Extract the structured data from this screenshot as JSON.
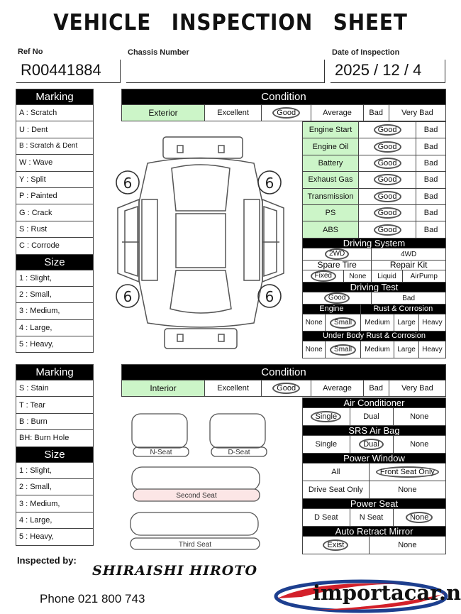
{
  "title": "VEHICLE  INSPECTION  SHEET",
  "ref": {
    "label": "Ref No",
    "value": "R00441884"
  },
  "chassis": {
    "label": "Chassis Number",
    "value": ""
  },
  "date": {
    "label": "Date of Inspection",
    "value": "2025 / 12 / 4"
  },
  "ext_marking": {
    "header": "Marking",
    "items": [
      "A  : Scratch",
      "U  : Dent",
      "B  : Scratch & Dent",
      "W  : Wave",
      "Y  : Split",
      "P  : Painted",
      "G  : Crack",
      "S  : Rust",
      "C  : Corrode"
    ],
    "size_header": "Size",
    "sizes": [
      "1  : Slight,",
      "2  : Small,",
      "3  : Medium,",
      "4  : Large,",
      "5  : Heavy,"
    ]
  },
  "ext_condition": {
    "header": "Condition",
    "row_label": "Exterior",
    "grades": [
      "Excellent",
      "Good",
      "Average",
      "Bad",
      "Very Bad"
    ],
    "selected": "Good",
    "items": [
      {
        "name": "Engine Start",
        "good": "Good",
        "bad": "Bad"
      },
      {
        "name": "Engine Oil",
        "good": "Good",
        "bad": "Bad"
      },
      {
        "name": "Battery",
        "good": "Good",
        "bad": "Bad"
      },
      {
        "name": "Exhaust Gas",
        "good": "Good",
        "bad": "Bad"
      },
      {
        "name": "Transmission",
        "good": "Good",
        "bad": "Bad"
      },
      {
        "name": "PS",
        "good": "Good",
        "bad": "Bad"
      },
      {
        "name": "ABS",
        "good": "Good",
        "bad": "Bad"
      }
    ],
    "driving_system": {
      "header": "Driving System",
      "options": [
        "2WD",
        "4WD"
      ]
    },
    "spare_tire": {
      "header": "Spare Tire",
      "options": [
        "Fixed",
        "None"
      ]
    },
    "repair_kit": {
      "header": "Repair Kit",
      "options": [
        "Liquid",
        "AirPump"
      ]
    },
    "driving_test": {
      "header": "Driving Test",
      "options": [
        "Good",
        "Bad"
      ]
    },
    "engine": {
      "header": "Engine",
      "rust_header": "Rust & Corrosion",
      "options": [
        "None",
        "Small",
        "Medium",
        "Large",
        "Heavy"
      ]
    },
    "underbody": {
      "header": "Under Body Rust & Corrosion",
      "options": [
        "None",
        "Small",
        "Medium",
        "Large",
        "Heavy"
      ]
    },
    "tire_marks": [
      "6",
      "6",
      "6",
      "6"
    ]
  },
  "int_marking": {
    "header": "Marking",
    "items": [
      "S  : Stain",
      "T  : Tear",
      "B  : Burn",
      "BH: Burn Hole"
    ],
    "size_header": "Size",
    "sizes": [
      "1  : Slight,",
      "2  : Small,",
      "3  : Medium,",
      "4  : Large,",
      "5  : Heavy,"
    ]
  },
  "int_condition": {
    "header": "Condition",
    "row_label": "Interior",
    "grades": [
      "Excellent",
      "Good",
      "Average",
      "Bad",
      "Very Bad"
    ],
    "seats": {
      "n": "N-Seat",
      "d": "D-Seat",
      "second": "Second  Seat",
      "third": "Third   Seat"
    },
    "air_conditioner": {
      "header": "Air Conditioner",
      "options": [
        "Single",
        "Dual",
        "None"
      ]
    },
    "srs_air_bag": {
      "header": "SRS Air Bag",
      "options": [
        "Single",
        "Dual",
        "None"
      ]
    },
    "power_window": {
      "header": "Power Window",
      "options": [
        "All",
        "Front Seat Only",
        "Drive Seat Only",
        "None"
      ]
    },
    "power_seat": {
      "header": "Power Seat",
      "options": [
        "D Seat",
        "N Seat",
        "None"
      ]
    },
    "auto_retract_mirror": {
      "header": "Auto Retract Mirror",
      "options": [
        "Exist",
        "None"
      ]
    }
  },
  "inspected_by": {
    "label": "Inspected by:",
    "signature": "SHIRAISHI HIROTO"
  },
  "phone": "Phone  021 800 743",
  "logo": {
    "text": "importacar.nz",
    "colors": {
      "blue": "#1d3f8f",
      "red": "#d3202a"
    }
  }
}
